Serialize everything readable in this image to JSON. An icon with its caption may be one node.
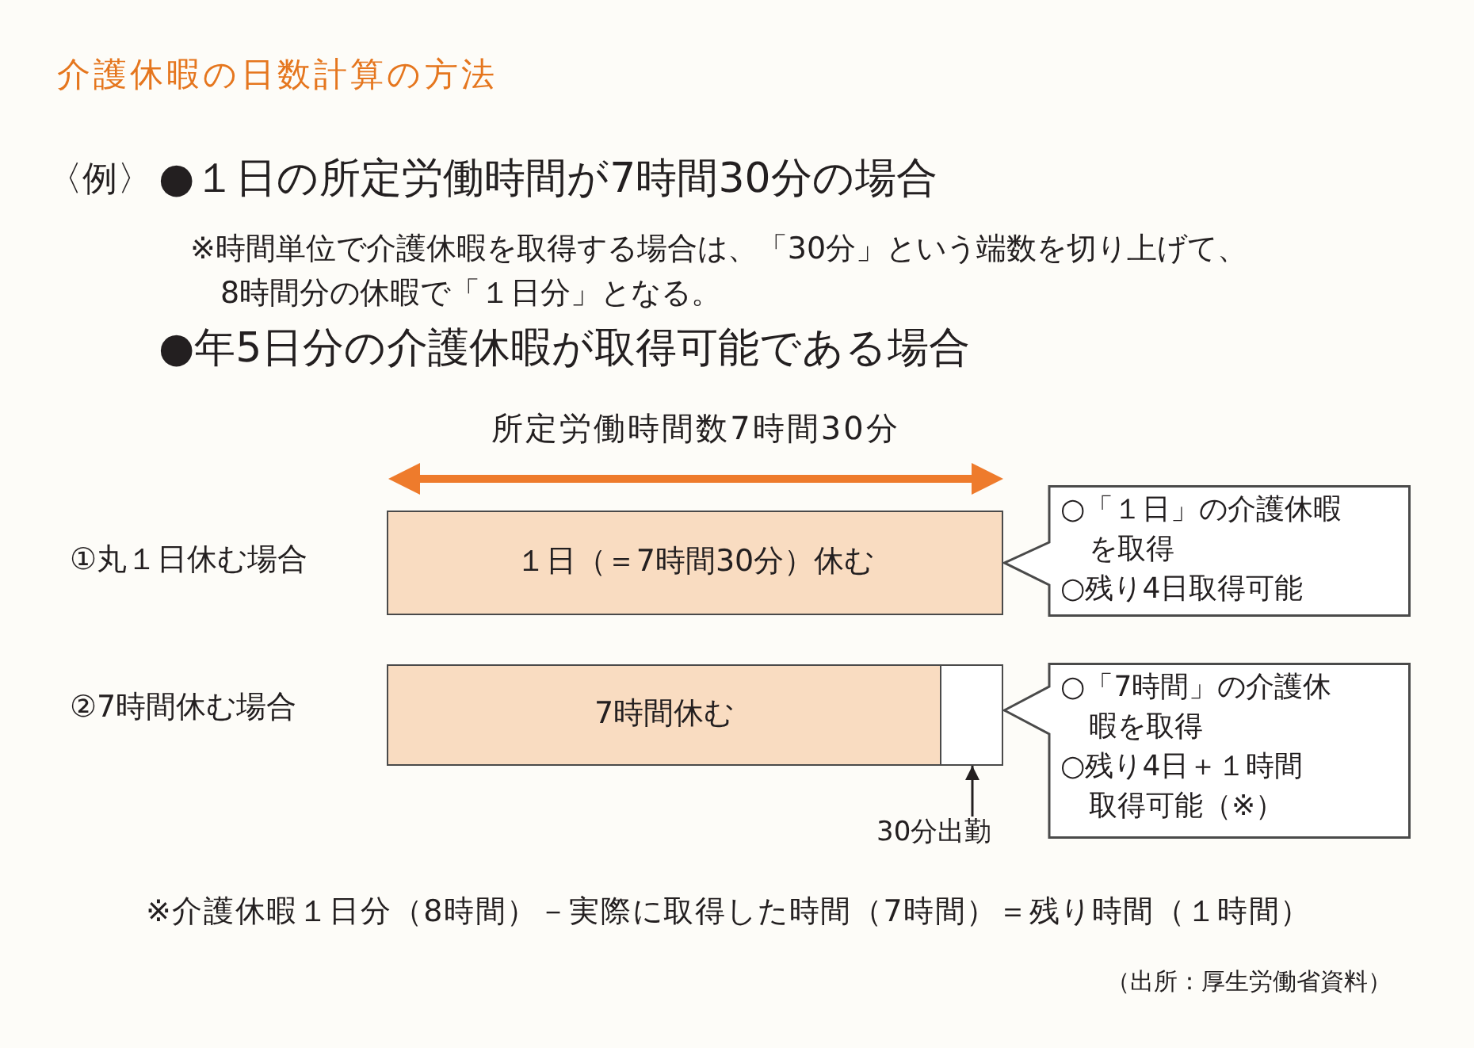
{
  "diagram": {
    "title": "介護休暇の日数計算の方法",
    "nodes": [
      {
        "text": [
          "１日（＝7時間30分）休む"
        ]
      },
      {
        "text": [
          "○「１日」の介護休暇を取得",
          "○残り4日取得可能"
        ]
      },
      {
        "text": [
          "7時間休む"
        ]
      },
      {
        "text": [],
        "shape": "box"
      },
      {
        "text": [
          "○「7時間」の介護休暇を取得",
          "○残り4日＋１時間取得可能（※）"
        ]
      },
      {
        "text": [
          "30分出勤"
        ]
      }
    ],
    "edges": [
      {
        "from": 5,
        "to": 3,
        "arrow": "to"
      }
    ],
    "labels": [
      "〈例〉",
      "●１日の所定労働時間が7時間30分の場合",
      "※時間単位で介護休暇を取得する場合は、「30分」という端数を切り上げて、8時間分の休暇で「１日分」となる。",
      "●年5日分の介護休暇が取得可能である場合",
      "所定労働時間数7時間30分",
      "①丸１日休む場合",
      "②7時間休む場合",
      "※介護休暇１日分（8時間）－実際に取得した時間（7時間）＝残り時間（１時間）",
      "（出所：厚生労働省資料）"
    ]
  }
}
